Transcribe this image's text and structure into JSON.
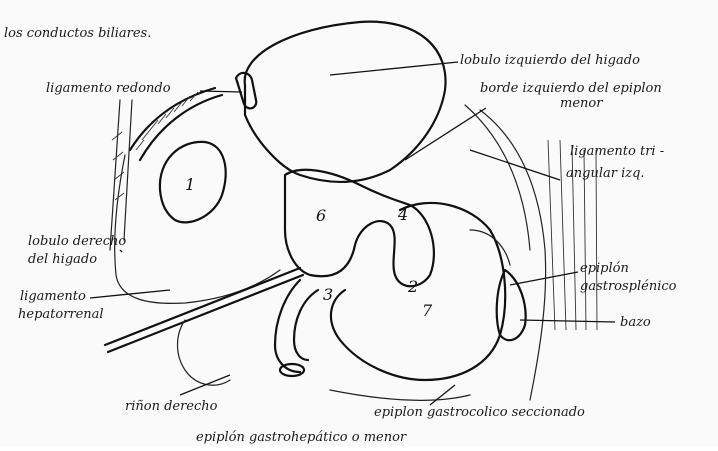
{
  "caption_top": "los conductos biliares.",
  "caption_bottom": "epiplón gastrohepático o menor",
  "labels": {
    "lobulo_izquierdo": "lobulo izquierdo del higado",
    "ligamento_redondo": "ligamento redondo",
    "borde_izquierdo_line1": "borde izquierdo del epiplon",
    "borde_izquierdo_line2": "menor",
    "ligamento_triangular_line1": "ligamento tri -",
    "ligamento_triangular_line2": "angular izq.",
    "lobulo_derecho_line1": "lobulo derecho",
    "lobulo_derecho_line2": "del higado",
    "epiplon_gastroesplenico_line1": "epiplón",
    "epiplon_gastroesplenico_line2": "gastrosplénico",
    "ligamento_hepatorrenal_line1": "ligamento",
    "ligamento_hepatorrenal_line2": "hepatorrenal",
    "bazo": "bazo",
    "rinon_derecho": "riñon derecho",
    "epiplon_gastrocolico": "epiplon gastrocolico seccionado"
  },
  "numbers": {
    "n1": "1",
    "n2": "2",
    "n3": "3",
    "n4": "4",
    "n6": "6",
    "n7": "7"
  }
}
